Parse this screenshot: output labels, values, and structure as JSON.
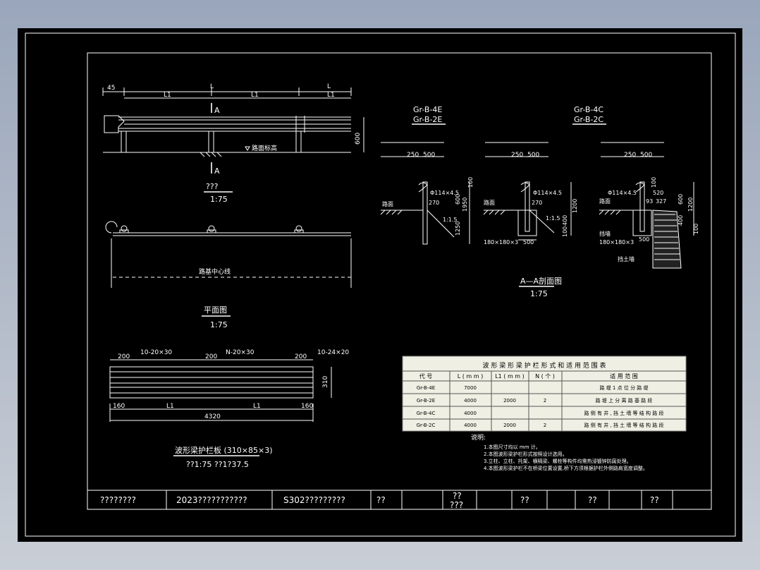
{
  "title_block": {
    "cells": [
      "????????",
      "2023???????????",
      "S302?????????",
      "??",
      "??",
      "???",
      "??",
      "??",
      "??"
    ]
  },
  "elevation": {
    "dims": [
      "45",
      "L",
      "L1",
      "L1",
      "L",
      "L1",
      "600"
    ],
    "section_marks": [
      "A",
      "A"
    ],
    "ground_label": "路面标高",
    "caption": "???",
    "scale": "1:75"
  },
  "plan": {
    "centerline": "路基中心线",
    "caption": "平面图",
    "scale": "1:75"
  },
  "beam_plate": {
    "dims": [
      "200",
      "10-20×30",
      "200",
      "N-20×30",
      "200",
      "10-24×20",
      "310",
      "160",
      "L1",
      "L1",
      "160",
      "4320"
    ],
    "caption": "波形梁护栏板 (310×85×3)",
    "scale": "??1:75  ??1?37.5"
  },
  "section_a": {
    "titles": [
      "Gr-B-4E",
      "Gr-B-2E",
      "Gr-B-4C",
      "Gr-B-2C"
    ],
    "labels": [
      "路面",
      "路面",
      "路面",
      "Φ114×4.5",
      "Φ114×4.5",
      "Φ114×4.5",
      "270",
      "270",
      "1:1.5",
      "1:1.5",
      "1950",
      "1250",
      "600",
      "100",
      "1200",
      "400",
      "100",
      "600",
      "1200",
      "400",
      "100",
      "100",
      "180×180×3",
      "180×180×3",
      "500",
      "500",
      "520",
      "93",
      "327",
      "挡墙",
      "挡土墙"
    ],
    "top_dims": [
      "250",
      "500",
      "250",
      "500",
      "250",
      "500"
    ],
    "caption": "A—A剖面图",
    "scale": "1:75"
  },
  "table": {
    "title": "波 形 梁 形 梁 护 栏 形 式 和 适 用 范 围 表",
    "headers": [
      "代 号",
      "L ( m m )",
      "L1 ( m m )",
      "N ( 个 )",
      "适 用 范 围"
    ],
    "rows": [
      [
        "Gr-B-4E",
        "7000",
        "",
        "",
        "路 堤 1 点 位 分 路 堤"
      ],
      [
        "Gr-B-2E",
        "4000",
        "2000",
        "2",
        "路 堤 上 分 离 路 基 路 段"
      ],
      [
        "Gr-B-4C",
        "4000",
        "",
        "",
        "路 侧 有 井 , 挡 土 墙 等 结 构 路 段"
      ],
      [
        "Gr-B-2C",
        "4000",
        "2000",
        "2",
        "路 侧 有 井 , 挡 土 墙 等 结 构 路 段"
      ]
    ]
  },
  "notes": {
    "heading": "说明:",
    "items": [
      "1.本图尺寸均以 mm 计。",
      "2.本图波形梁护栏形式按照设计选用。",
      "3.立柱、立柱、托架、横隔梁、螺栓等构件均需热浸镀锌防腐处理。",
      "4.本图波形梁护栏不在桥梁位置设置,桥下方须根据护栏外侧路肩宽度调整。"
    ]
  }
}
